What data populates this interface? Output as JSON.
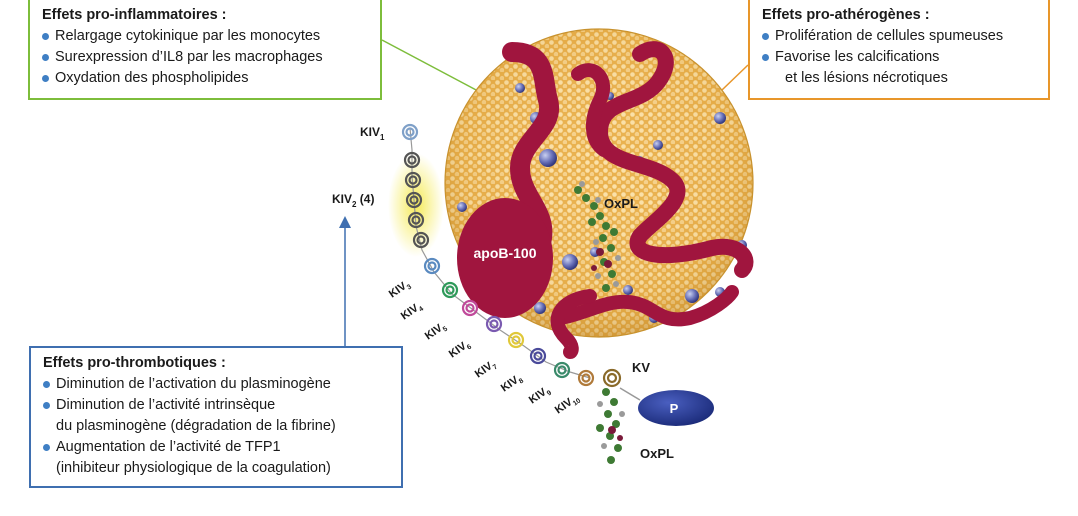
{
  "inflammatory": {
    "title": "Effets pro-inflammatoires :",
    "items": [
      "Relargage cytokinique par les monocytes",
      "Surexpression d’IL8 par les macrophages",
      "Oxydation des phospholipides"
    ]
  },
  "atherogenic": {
    "title": "Effets pro-athérogènes :",
    "items": [
      {
        "line1": "Prolifération de cellules spumeuses"
      },
      {
        "line1": "Favorise les calcifications",
        "line2": "et les lésions nécrotiques"
      }
    ]
  },
  "thrombotic": {
    "title": "Effets pro-thrombotiques :",
    "items": [
      {
        "line1": "Diminution de l’activation du plasminogène"
      },
      {
        "line1": "Diminution de l’activité intrinsèque",
        "line2": "du plasminogène (dégradation de la fibrine)"
      },
      {
        "line1": "Augmentation de l’activité de TFP1",
        "line2": "(inhibiteur physiologique de la coagulation)"
      }
    ]
  },
  "labels": {
    "apob": "apoB-100",
    "oxpl_top": "OxPL",
    "oxpl_bottom": "OxPL",
    "kv": "KV",
    "p": "P",
    "kiv": "KIV",
    "kiv1_sub": "1",
    "kiv2_sub": "2",
    "kiv2_suffix": " (4)",
    "kiv_chain": [
      {
        "base": "KIV",
        "sub": "3"
      },
      {
        "base": "KIV",
        "sub": "4"
      },
      {
        "base": "KIV",
        "sub": "5"
      },
      {
        "base": "KIV",
        "sub": "6"
      },
      {
        "base": "KIV",
        "sub": "7"
      },
      {
        "base": "KIV",
        "sub": "8"
      },
      {
        "base": "KIV",
        "sub": "9"
      },
      {
        "base": "KIV",
        "sub": "10"
      }
    ]
  },
  "colors": {
    "inflammatory_border": "#7dbd3b",
    "atherogenic_border": "#e8962a",
    "thrombotic_border": "#3f6fb0",
    "bullet": "#3f7fc4",
    "particle": "#f0c060",
    "apob": "#a0153e",
    "p_domain": "#253a8c"
  }
}
